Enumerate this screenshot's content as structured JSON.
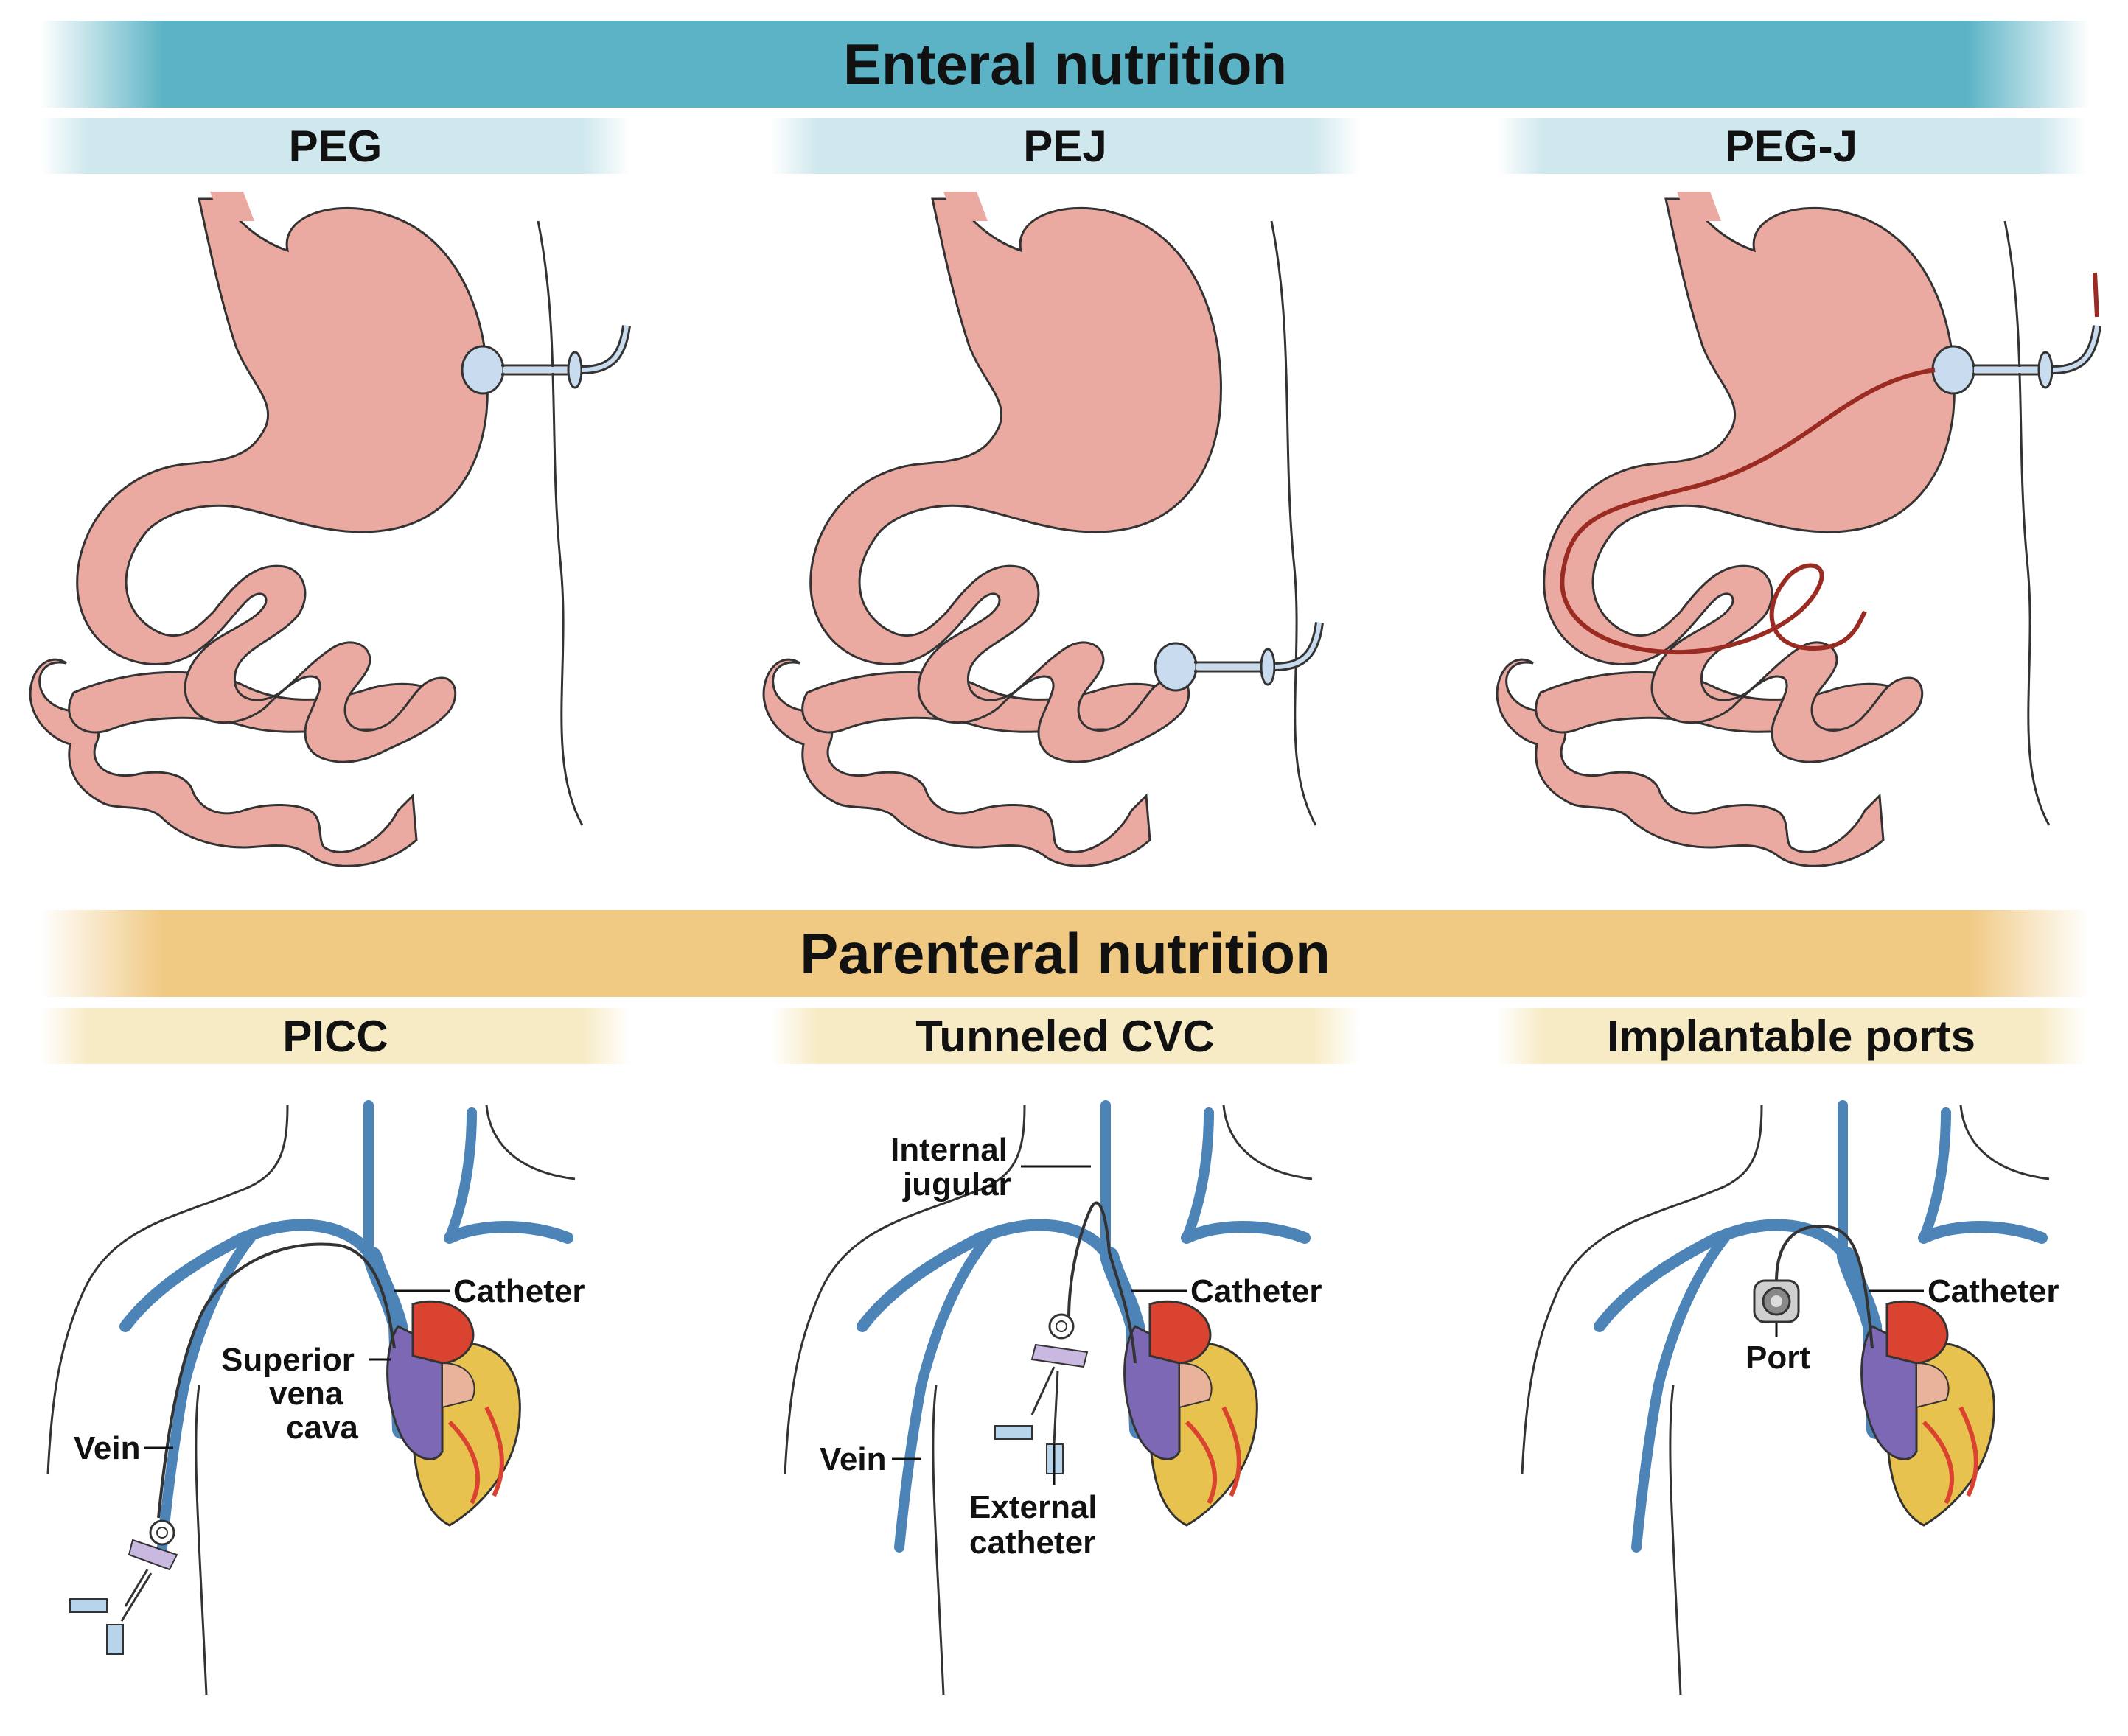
{
  "enteral": {
    "title": "Enteral nutrition",
    "panels": [
      "PEG",
      "PEJ",
      "PEG-J"
    ]
  },
  "parenteral": {
    "title": "Parenteral nutrition",
    "panels": [
      "PICC",
      "Tunneled CVC",
      "Implantable ports"
    ]
  },
  "labels": {
    "picc": {
      "catheter": "Catheter",
      "superior": "Superior",
      "vena": "vena",
      "cava": "cava",
      "vein": "Vein"
    },
    "cvc": {
      "internal": "Internal",
      "jugular": "jugular",
      "catheter": "Catheter",
      "vein": "Vein",
      "external": "External",
      "external_catheter": "catheter"
    },
    "port": {
      "catheter": "Catheter",
      "port": "Port"
    }
  },
  "colors": {
    "stomach": "#eaa9a1",
    "vein": "#4d84b8",
    "enteral_banner": "#5cb3c5",
    "parenteral_banner": "#f0c983"
  }
}
